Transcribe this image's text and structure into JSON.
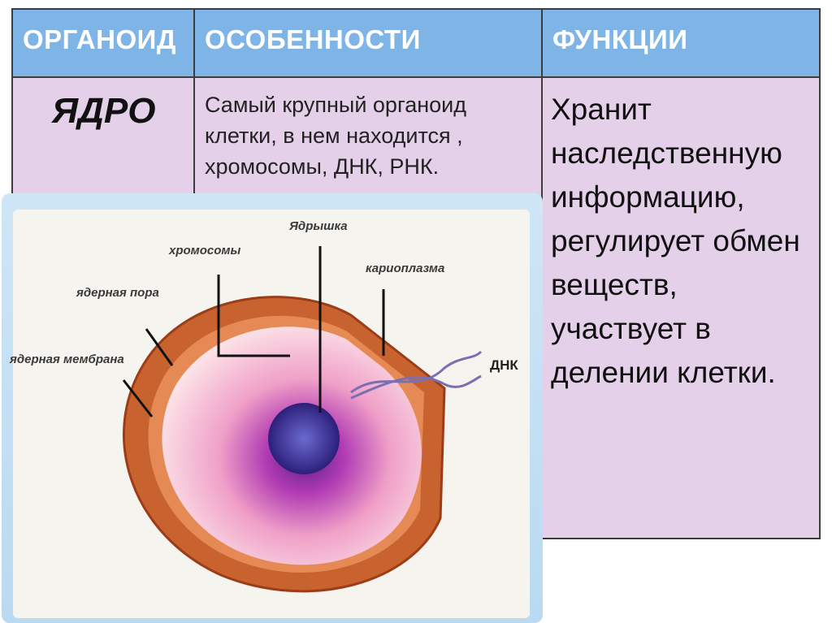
{
  "table": {
    "headers": [
      "ОРГАНОИД",
      "ОСОБЕННОСТИ",
      "ФУНКЦИИ"
    ],
    "row": {
      "organoid": "ЯДРО",
      "features": "Самый крупный органоид клетки, в нем находится , хромосомы, ДНК, РНК.",
      "functions": "Хранит наследственную информацию, регулирует обмен веществ, участвует в делении клетки."
    }
  },
  "figure": {
    "labels": {
      "nucleolus": "Ядрышка",
      "chromosomes": "хромосомы",
      "karyoplasm": "кариоплазма",
      "pore": "ядерная пора",
      "membrane": "ядерная мембрана",
      "dna": "ДНК"
    }
  },
  "colors": {
    "header_bg": "#7fb5e6",
    "row_bg": "#e4d0e9",
    "membrane": "#c8622e"
  }
}
